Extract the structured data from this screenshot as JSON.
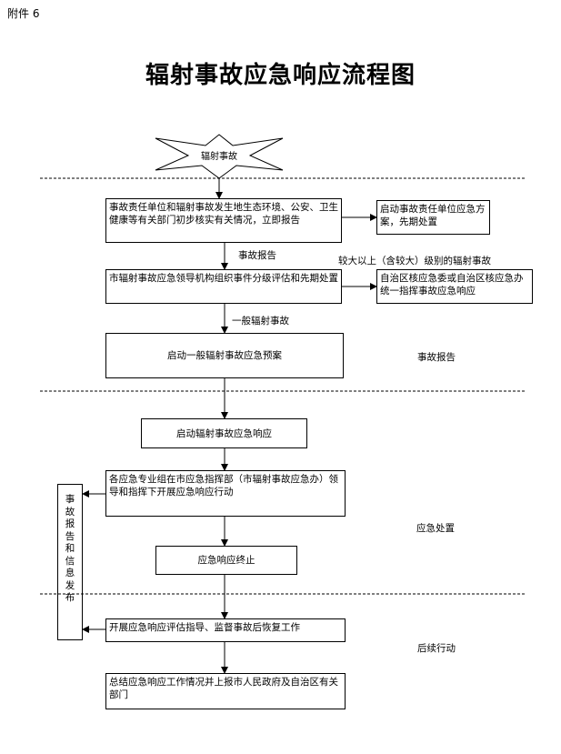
{
  "attachment": "附件 6",
  "title": "辐射事故应急响应流程图",
  "start": "辐射事故",
  "boxes": {
    "b1": "事故责任单位和辐射事故发生地生态环境、公安、卫生健康等有关部门初步核实有关情况，立即报告",
    "b1_side": "启动事故责任单位应急方案，先期处置",
    "b2": "市辐射事故应急领导机构组织事件分级评估和先期处置",
    "b2_side": "自治区核应急委或自治区核应急办统一指挥事故应急响应",
    "b3": "启动一般辐射事故应急预案",
    "b4": "启动辐射事故应急响应",
    "b5": "各应急专业组在市应急指挥部（市辐射事故应急办）领导和指挥下开展应急响应行动",
    "b6": "应急响应终止",
    "b7": "开展应急响应评估指导、监督事故后恢复工作",
    "b8": "总结应急响应工作情况并上报市人民政府及自治区有关部门",
    "side_vertical": "事故报告和信息发布"
  },
  "labels": {
    "report": "事故报告",
    "major": "较大以上（含较大）级别的辐射事故",
    "general": "一般辐射事故"
  },
  "phases": {
    "p1": "事故报告",
    "p2": "应急处置",
    "p3": "后续行动"
  }
}
